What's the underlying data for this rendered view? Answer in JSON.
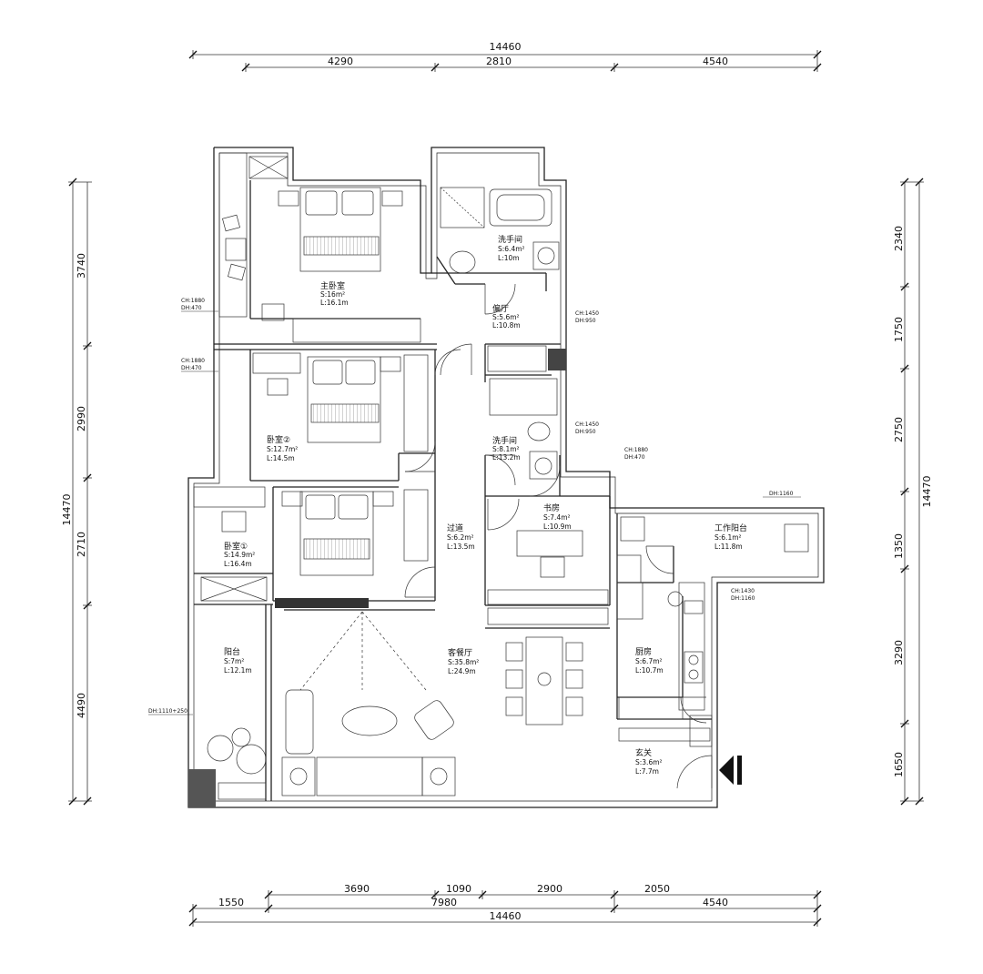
{
  "dims": {
    "top_total": "14460",
    "top_1": "4290",
    "top_2": "2810",
    "top_3": "4540",
    "left_total": "14470",
    "left_1": "3740",
    "left_2": "2990",
    "left_3": "2710",
    "left_4": "4490",
    "right_total": "14470",
    "right_1": "2340",
    "right_2": "1750",
    "right_3": "2750",
    "right_4": "1350",
    "right_5": "3290",
    "right_6": "1650",
    "bottom_a1": "3690",
    "bottom_a2": "1090",
    "bottom_a3": "2900",
    "bottom_a4": "2050",
    "bottom_b1": "1550",
    "bottom_b2": "7980",
    "bottom_b3": "4540",
    "bottom_total": "14460"
  },
  "rooms": {
    "master": {
      "name": "主卧室",
      "area": "S:16m²",
      "perimeter": "L:16.1m"
    },
    "bath1": {
      "name": "洗手间",
      "area": "S:6.4m²",
      "perimeter": "L:10m"
    },
    "hall": {
      "name": "偏厅",
      "area": "S:5.6m²",
      "perimeter": "L:10.8m"
    },
    "bed2": {
      "name": "卧室②",
      "area": "S:12.7m²",
      "perimeter": "L:14.5m"
    },
    "bath2": {
      "name": "洗手间",
      "area": "S:8.1m²",
      "perimeter": "L:13.2m"
    },
    "study": {
      "name": "书房",
      "area": "S:7.4m²",
      "perimeter": "L:10.9m"
    },
    "work_balcony": {
      "name": "工作阳台",
      "area": "S:6.1m²",
      "perimeter": "L:11.8m"
    },
    "bed1": {
      "name": "卧室①",
      "area": "S:14.9m²",
      "perimeter": "L:16.4m"
    },
    "corridor": {
      "name": "过道",
      "area": "S:6.2m²",
      "perimeter": "L:13.5m"
    },
    "balcony": {
      "name": "阳台",
      "area": "S:7m²",
      "perimeter": "L:12.1m"
    },
    "living": {
      "name": "客餐厅",
      "area": "S:35.8m²",
      "perimeter": "L:24.9m"
    },
    "kitchen": {
      "name": "厨房",
      "area": "S:6.7m²",
      "perimeter": "L:10.7m"
    },
    "entry": {
      "name": "玄关",
      "area": "S:3.6m²",
      "perimeter": "L:7.7m"
    }
  },
  "window_notes": {
    "w1_ch": "CH:1880",
    "w1_dh": "DH:470",
    "w2_ch": "CH:1880",
    "w2_dh": "DH:470",
    "w3_ch": "CH:1450",
    "w3_dh": "DH:950",
    "w4_ch": "CH:1450",
    "w4_dh": "DH:950",
    "w5_ch": "CH:1880",
    "w5_dh": "DH:470",
    "w6_dh": "DH:1160",
    "w7_ch": "CH:1430",
    "w7_dh": "DH:1160",
    "w8_dh": "DH:1110+250"
  }
}
